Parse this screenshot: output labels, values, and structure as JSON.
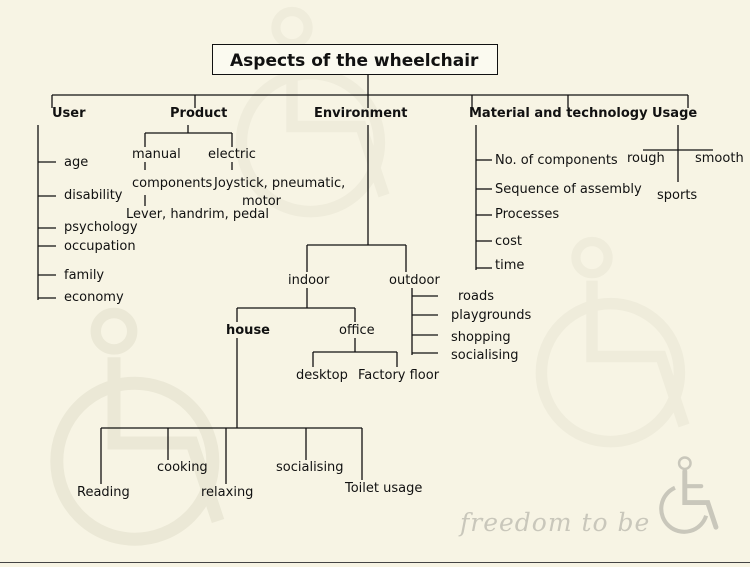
{
  "title": "Aspects of the wheelchair",
  "tagline": "freedom to be",
  "categories": {
    "user": "User",
    "product": "Product",
    "environment": "Environment",
    "material": "Material and technology",
    "usage": "Usage"
  },
  "user_items": [
    "age",
    "disability",
    "psychology",
    "occupation",
    "family",
    "economy"
  ],
  "product_items": {
    "manual": "manual",
    "electric": "electric",
    "components": "components",
    "electric_components_1": "Joystick, pneumatic,",
    "electric_components_2": "motor",
    "manual_components": "Lever, handrim, pedal"
  },
  "environment": {
    "indoor": "indoor",
    "outdoor": "outdoor",
    "house": "house",
    "office": "office",
    "desktop": "desktop",
    "factory_floor": "Factory floor",
    "outdoor_items": [
      "roads",
      "playgrounds",
      "shopping",
      "socialising"
    ],
    "house_items": {
      "reading": "Reading",
      "cooking": "cooking",
      "relaxing": "relaxing",
      "socialising": "socialising",
      "toilet": "Toilet usage"
    }
  },
  "material_items": [
    "No. of components",
    "Sequence of assembly",
    "Processes",
    "cost",
    "time"
  ],
  "usage_items": {
    "rough": "rough",
    "smooth": "smooth",
    "sports": "sports"
  },
  "colors": {
    "background": "#f7f4e4",
    "line": "#111111",
    "watermark": "#c9c7bb"
  }
}
